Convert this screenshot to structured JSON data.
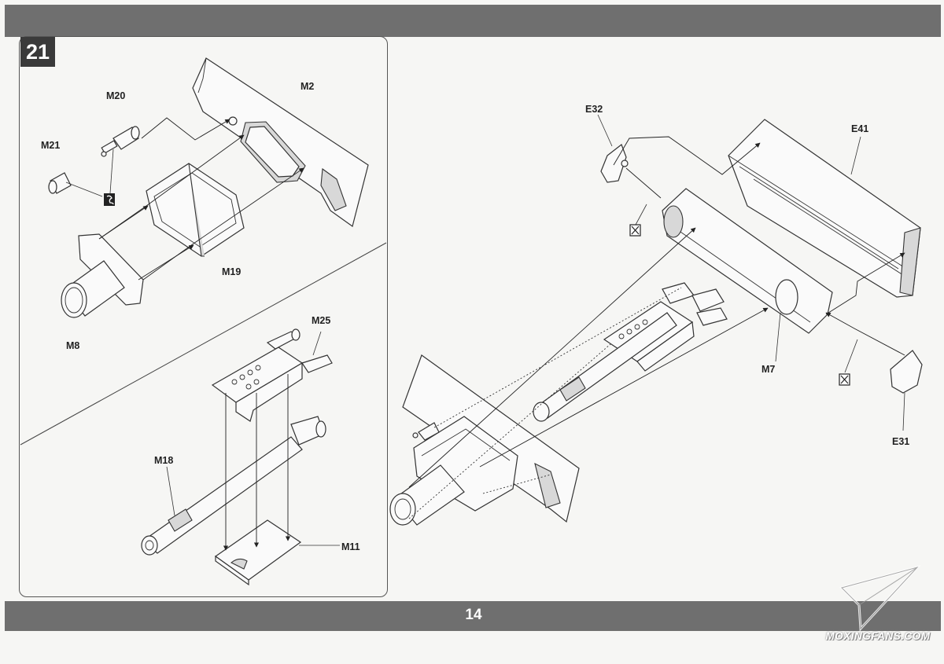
{
  "page": {
    "step_number": "21",
    "page_number": "14",
    "watermark": "MOXINGFANS.COM"
  },
  "parts": {
    "m20": "M20",
    "m21": "M21",
    "m2": "M2",
    "m19": "M19",
    "m8": "M8",
    "m25": "M25",
    "m18": "M18",
    "m11": "M11",
    "e32": "E32",
    "e41": "E41",
    "m7": "M7",
    "e31": "E31"
  },
  "icons": {
    "cement": "glue-icon",
    "no_cement": "no-glue-icon"
  },
  "colors": {
    "header_bar": "#6f6f6f",
    "step_box": "#3a3a3a",
    "paper": "#f6f6f4"
  }
}
